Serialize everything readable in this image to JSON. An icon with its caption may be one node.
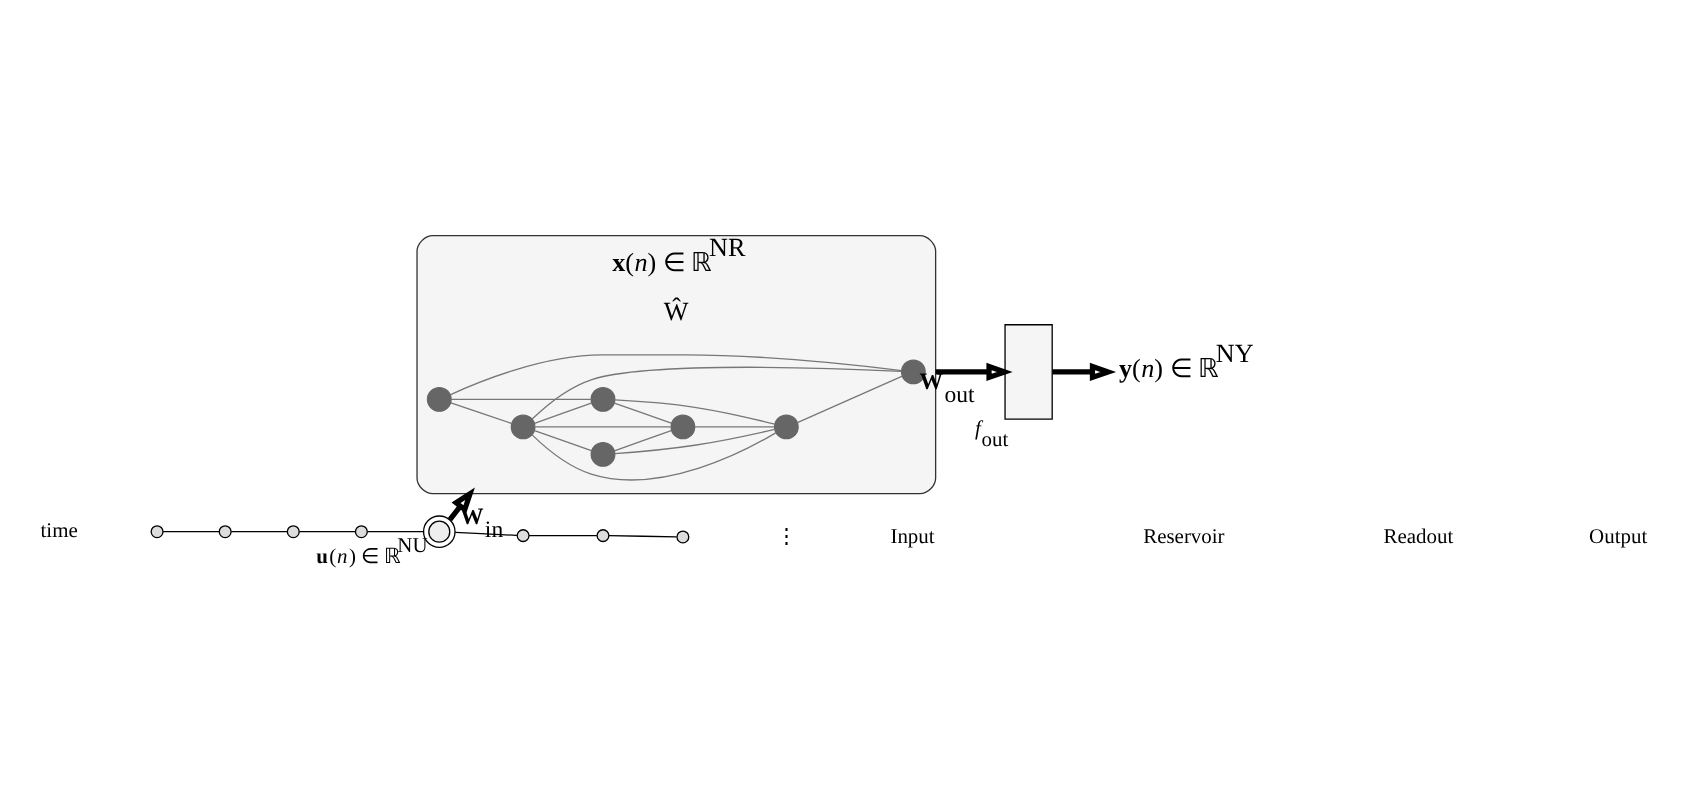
{
  "diagram": {
    "nodes": [
      {
        "text": [],
        "shape": "circle"
      },
      {
        "text": [],
        "shape": "circle"
      },
      {
        "text": [],
        "shape": "circle"
      },
      {
        "text": [],
        "shape": "circle"
      },
      {
        "text": [],
        "shape": "circle",
        "beside": [
          "**u**(*n*) ∈ ℝ$^{NU}$"
        ]
      },
      {
        "text": [],
        "shape": "circle"
      },
      {
        "text": [],
        "shape": "circle"
      },
      {
        "text": [],
        "shape": "circle"
      },
      {
        "text": [
          "Ŵ"
        ],
        "beside": [
          "**x**(*n*) ∈ ℝ$^{NR}$"
        ]
      },
      {
        "text": [],
        "shape": "circle",
        "in": 8
      },
      {
        "text": [],
        "shape": "circle",
        "in": 8
      },
      {
        "text": [],
        "shape": "circle",
        "in": 8
      },
      {
        "text": [],
        "shape": "circle",
        "in": 8
      },
      {
        "text": [],
        "shape": "circle",
        "in": 8
      },
      {
        "text": [],
        "shape": "circle",
        "in": 8
      },
      {
        "text": [],
        "shape": "circle",
        "in": 8
      },
      {
        "text": [],
        "shape": "box",
        "beside": [
          "*f*$_{out}$"
        ]
      },
      {
        "text": [
          "**y**(*n*) ∈ ℝ$^{NY}$"
        ]
      }
    ],
    "edges": [
      {
        "from": 0,
        "to": 1,
        "arrow": "none",
        "color": "#000000"
      },
      {
        "from": 1,
        "to": 2,
        "arrow": "none",
        "color": "#000000"
      },
      {
        "from": 2,
        "to": 3,
        "arrow": "none",
        "color": "#000000"
      },
      {
        "from": 3,
        "to": 4,
        "arrow": "none",
        "color": "#000000"
      },
      {
        "from": 4,
        "to": 5,
        "arrow": "none",
        "color": "#000000"
      },
      {
        "from": 5,
        "to": 6,
        "arrow": "none",
        "color": "#000000"
      },
      {
        "from": 6,
        "to": 7,
        "arrow": "none",
        "color": "#000000"
      },
      {
        "from": 4,
        "to": 8,
        "arrow": "to",
        "label": "**W**$_{in}$",
        "style": "thick",
        "color": "#000000"
      },
      {
        "from": 9,
        "to": 10,
        "arrow": "none",
        "color": "#777777"
      },
      {
        "from": 9,
        "to": 12,
        "arrow": "none",
        "color": "#777777"
      },
      {
        "from": 9,
        "to": 13,
        "arrow": "none",
        "color": "#777777"
      },
      {
        "from": 9,
        "to": 15,
        "arrow": "none",
        "color": "#777777"
      },
      {
        "from": 9,
        "to": 14,
        "arrow": "none",
        "color": "#777777"
      },
      {
        "from": 10,
        "to": 12,
        "arrow": "none",
        "color": "#777777"
      },
      {
        "from": 10,
        "to": 14,
        "arrow": "none",
        "color": "#777777"
      },
      {
        "from": 11,
        "to": 9,
        "arrow": "none",
        "color": "#777777"
      },
      {
        "from": 11,
        "to": 13,
        "arrow": "none",
        "color": "#777777"
      },
      {
        "from": 11,
        "to": 15,
        "arrow": "none",
        "color": "#777777"
      },
      {
        "from": 12,
        "to": 14,
        "arrow": "none",
        "color": "#777777"
      },
      {
        "from": 13,
        "to": 12,
        "arrow": "none",
        "color": "#777777"
      },
      {
        "from": 13,
        "to": 14,
        "arrow": "none",
        "color": "#777777"
      },
      {
        "from": 14,
        "to": 15,
        "arrow": "none",
        "color": "#777777"
      },
      {
        "from": 8,
        "to": 16,
        "arrow": "to",
        "label": "**W**$_{out}$",
        "style": "thick",
        "color": "#000000"
      },
      {
        "from": 16,
        "to": 17,
        "arrow": "to",
        "style": "thick",
        "color": "#000000"
      }
    ],
    "labels": [
      "time",
      "⋮",
      "Input",
      "Reservoir",
      "Readout",
      "Output"
    ]
  }
}
